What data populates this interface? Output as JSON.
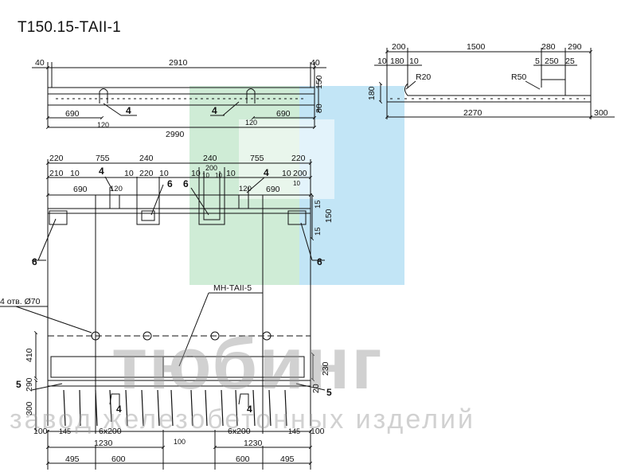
{
  "title": "Т150.15-ТАII-1",
  "colors": {
    "line": "#111111",
    "wm_green": "#a8dcb4",
    "wm_blue": "#8fd0ee",
    "wm_gray": "#9a9a9a"
  },
  "watermark": {
    "brand": "тюбинг",
    "tagline": "завод железобетонных изделий"
  },
  "top_left": {
    "d40a": "40",
    "d2910": "2910",
    "d40b": "40",
    "d150": "150",
    "d80": "80",
    "d690a": "690",
    "d120a": "120",
    "d4a": "4",
    "d4b": "4",
    "d120b": "120",
    "d690b": "690",
    "d2990": "2990"
  },
  "top_right": {
    "d200": "200",
    "d1500": "1500",
    "d280": "280",
    "d290": "290",
    "d10a": "10",
    "d180": "180",
    "d10b": "10",
    "d5": "5",
    "d250": "250",
    "d25": "25",
    "r20": "R20",
    "r50": "R50",
    "d180v": "180",
    "d2270": "2270",
    "d300": "300"
  },
  "middle": {
    "d220a": "220",
    "d755a": "755",
    "d240a": "240",
    "d240b": "240",
    "d755b": "755",
    "d220b": "220",
    "d210": "210",
    "d10a": "10",
    "d4a": "4",
    "d10b": "10",
    "d220c": "220",
    "d10c": "10",
    "d6a": "6",
    "d10d": "10",
    "d200a": "200",
    "d10e": "10",
    "d10f": "10",
    "d10g": "10",
    "d4b": "4",
    "d10h": "10",
    "d200b": "200",
    "d690a": "690",
    "d120a": "120",
    "d6b": "6",
    "d120b": "120",
    "d690b": "690",
    "d10i": "10",
    "d15a": "15",
    "d150": "150",
    "d15b": "15",
    "d6c": "6",
    "d6d": "6"
  },
  "bottom": {
    "holes": "4 отв. Ø70",
    "mesh": "МН-ТАII-5",
    "d410": "410",
    "d230": "230",
    "d5a": "5",
    "d290": "290",
    "d20": "20",
    "d5b": "5",
    "d300": "300",
    "d4a": "4",
    "d4b": "4",
    "d100a": "100",
    "d145a": "145",
    "d6x200a": "6x200",
    "d100c": "100",
    "d6x200b": "6x200",
    "d145b": "145",
    "d100b": "100",
    "d1230a": "1230",
    "d1230b": "1230",
    "d495a": "495",
    "d600a": "600",
    "d600b": "600",
    "d495b": "495"
  }
}
